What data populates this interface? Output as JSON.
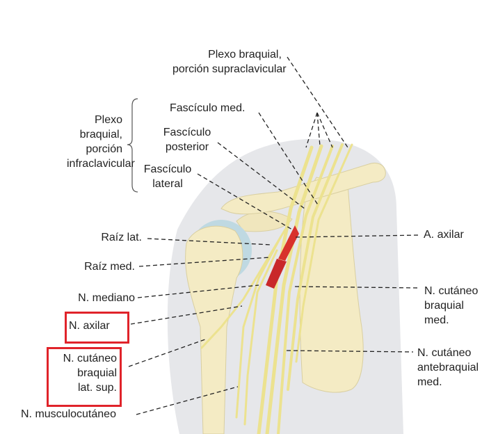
{
  "labels": {
    "supraclav_1": "Plexo braquial,",
    "supraclav_2": "porción supraclavicular",
    "infraclav_1": "Plexo",
    "infraclav_2": "braquial,",
    "infraclav_3": "porción",
    "infraclav_4": "infraclavicular",
    "fasc_med": "Fascículo med.",
    "fasc_post_1": "Fascículo",
    "fasc_post_2": "posterior",
    "fasc_lat_1": "Fascículo",
    "fasc_lat_2": "lateral",
    "raiz_lat": "Raíz lat.",
    "raiz_med": "Raíz med.",
    "n_mediano": "N. mediano",
    "n_axilar": "N. axilar",
    "n_cut_lat_1": "N. cutáneo",
    "n_cut_lat_2": "braquial",
    "n_cut_lat_3": "lat. sup.",
    "n_musculo": "N. musculocutáneo",
    "a_axilar": "A. axilar",
    "n_cut_braq_1": "N. cutáneo",
    "n_cut_braq_2": "braquial",
    "n_cut_braq_3": "med.",
    "n_cut_ante_1": "N. cutáneo",
    "n_cut_ante_2": "antebraquial",
    "n_cut_ante_3": "med."
  },
  "colors": {
    "highlight_box": "#e0232a",
    "nerve": "#ece28f",
    "artery": "#d8312c",
    "bone": "#f4ebc4",
    "joint": "#bfd9e2",
    "body_shading": "#e6e7ea"
  }
}
